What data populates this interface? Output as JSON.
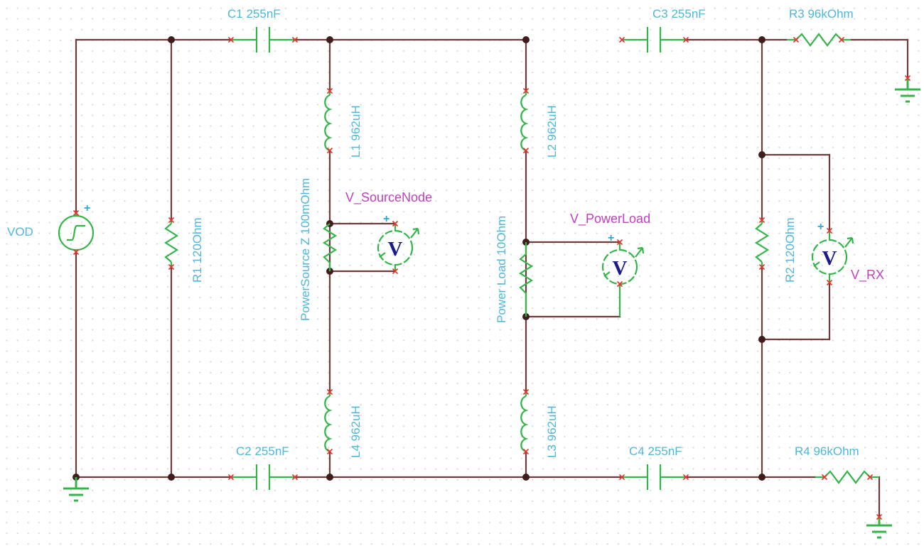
{
  "app": {
    "title": "Circuit Schematic Editor",
    "sheet_background": "#ffffff",
    "grid_dot_color": "#d8d4d8"
  },
  "colors": {
    "wire": "#6e3b3b",
    "component": "#33b54a",
    "component_label": "#4db8d8",
    "net_label": "#c040c0",
    "pin_marker": "#e8302a",
    "junction": "#401c1c",
    "meter_glyph": "#1a1a8c",
    "polarity": "#29a8d8"
  },
  "schematic": {
    "source": {
      "name": "VOD",
      "label": "VOD",
      "symbol": "pulse-voltage-source",
      "polarity": "+"
    },
    "resistors": [
      {
        "id": "R1",
        "label": "R1 120Ohm",
        "value": "120Ohm",
        "orientation": "vertical"
      },
      {
        "id": "R2",
        "label": "R2 120Ohm",
        "value": "120Ohm",
        "orientation": "vertical"
      },
      {
        "id": "R3",
        "label": "R3 96kOhm",
        "value": "96kOhm",
        "orientation": "horizontal"
      },
      {
        "id": "R4",
        "label": "R4 96kOhm",
        "value": "96kOhm",
        "orientation": "horizontal"
      },
      {
        "id": "RS",
        "label": "PowerSource Z 100mOhm",
        "value": "100mOhm",
        "orientation": "vertical"
      },
      {
        "id": "RL",
        "label": "Power Load 10Ohm",
        "value": "10Ohm",
        "orientation": "vertical"
      }
    ],
    "capacitors": [
      {
        "id": "C1",
        "label": "C1 255nF",
        "value": "255nF"
      },
      {
        "id": "C2",
        "label": "C2 255nF",
        "value": "255nF"
      },
      {
        "id": "C3",
        "label": "C3 255nF",
        "value": "255nF"
      },
      {
        "id": "C4",
        "label": "C4 255nF",
        "value": "255nF"
      }
    ],
    "inductors": [
      {
        "id": "L1",
        "label": "L1 962uH",
        "value": "962uH"
      },
      {
        "id": "L2",
        "label": "L2 962uH",
        "value": "962uH"
      },
      {
        "id": "L3",
        "label": "L3 962uH",
        "value": "962uH"
      },
      {
        "id": "L4",
        "label": "L4 962uH",
        "value": "962uH"
      }
    ],
    "voltmeters": [
      {
        "id": "VM1",
        "net_label": "V_SourceNode",
        "glyph": "V",
        "polarity": "+"
      },
      {
        "id": "VM2",
        "net_label": "V_PowerLoad",
        "glyph": "V",
        "polarity": "+"
      },
      {
        "id": "VM3",
        "net_label": "V_RX",
        "glyph": "V",
        "polarity": "+"
      }
    ],
    "grounds": [
      {
        "id": "GND1",
        "symbol": "ground"
      },
      {
        "id": "GND2",
        "symbol": "ground"
      },
      {
        "id": "GND3",
        "symbol": "ground"
      }
    ]
  }
}
